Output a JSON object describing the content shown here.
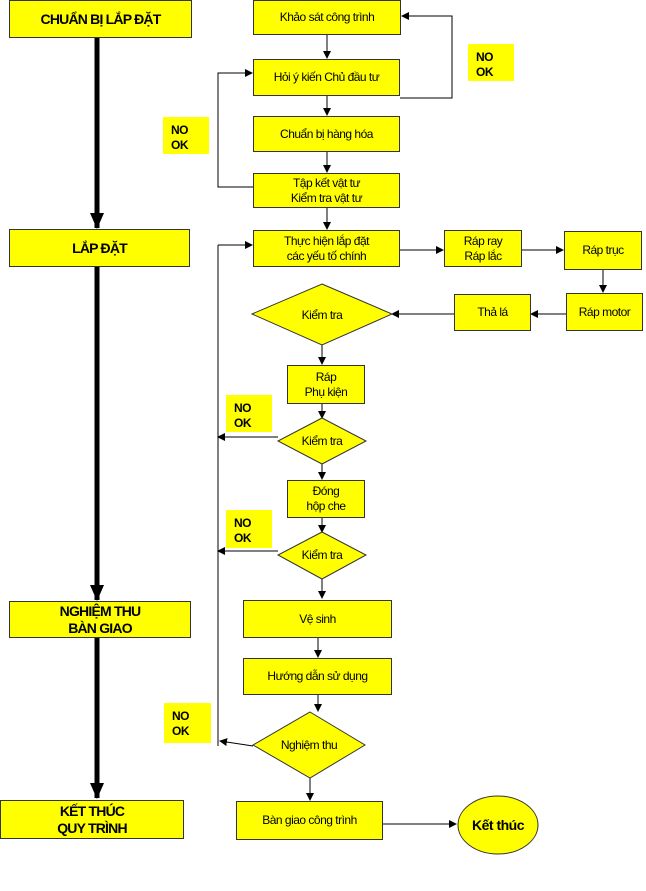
{
  "stages": {
    "prep": "CHUẨN BỊ LẮP ĐẶT",
    "install": "LẮP ĐẶT",
    "acceptance": "NGHIỆM THU\nBÀN GIAO",
    "finish": "KẾT THÚC\nQUY TRÌNH"
  },
  "steps": {
    "survey": "Khảo sát công trình",
    "consult": "Hỏi ý kiến Chủ đầu tư",
    "prepare_goods": "Chuẩn bị hàng hóa",
    "gather": "Tập kết vật tư\nKiểm tra vật tư",
    "execute": "Thực hiện lắp đặt\ncác yếu tố chính",
    "rail": "Ráp ray\nRáp lắc",
    "shaft": "Ráp trục",
    "motor": "Ráp motor",
    "blade": "Thả lá",
    "check1": "Kiểm tra",
    "accessories": "Ráp\nPhụ kiện",
    "check2": "Kiểm tra",
    "cover": "Đóng\nhộp che",
    "check3": "Kiểm tra",
    "clean": "Vệ sinh",
    "guide": "Hướng dẫn sử dụng",
    "accept": "Nghiệm thu",
    "handover": "Bàn giao công trình",
    "end": "Kết thúc"
  },
  "notes": [
    "NO\nOK",
    "NO\nOK",
    "NO\nOK",
    "NO\nOK",
    "NO\nOK"
  ],
  "colors": {
    "fill": "#ffff00",
    "stroke": "#333333",
    "line": "#000000"
  }
}
